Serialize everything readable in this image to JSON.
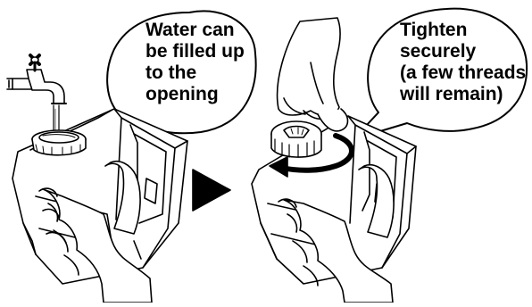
{
  "colors": {
    "ink": "#000000",
    "paper": "#ffffff",
    "arrow": "#000000"
  },
  "steps": [
    {
      "caption_lines": [
        "Water can",
        "be filled up",
        "to the",
        "opening"
      ],
      "illustration": "tank-filling-from-faucet"
    },
    {
      "caption_lines": [
        "Tighten",
        "securely",
        "(a few threads",
        "will remain)"
      ],
      "illustration": "hand-tightening-cap"
    }
  ],
  "icons": {
    "next_step": "play-triangle-icon",
    "rotate": "counterclockwise-arrow-icon",
    "faucet": "faucet-icon"
  }
}
